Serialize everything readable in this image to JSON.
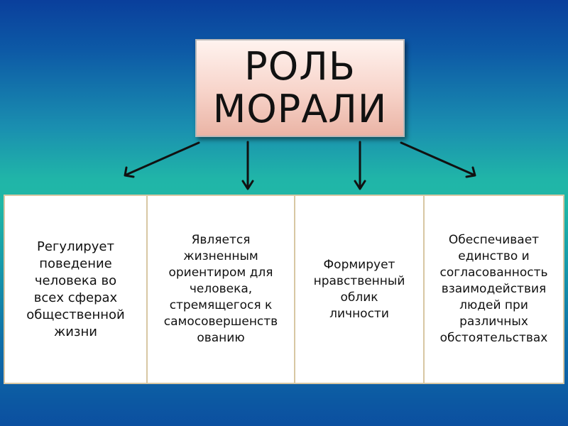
{
  "title": {
    "line1": "РОЛЬ",
    "line2": "МОРАЛИ"
  },
  "roles": [
    {
      "text": "Регулирует\nповедение\nчеловека во\nвсех сферах\nобщественной\nжизни"
    },
    {
      "text": "Является\nжизненным\nориентиром для\nчеловека,\nстремящегося к\nсамосовершенств\nованию"
    },
    {
      "text": "Формирует\nнравственный\nоблик\nличности"
    },
    {
      "text": "Обеспечивает\nединство и\nсогласованность\nвзаимодействия\nлюдей при\nразличных\nобстоятельствах"
    }
  ],
  "colors": {
    "title_fill": "#f7d3c9",
    "cell_fill": "#ffffff",
    "cell_border": "#d8c7a3",
    "arrow": "#111111"
  }
}
